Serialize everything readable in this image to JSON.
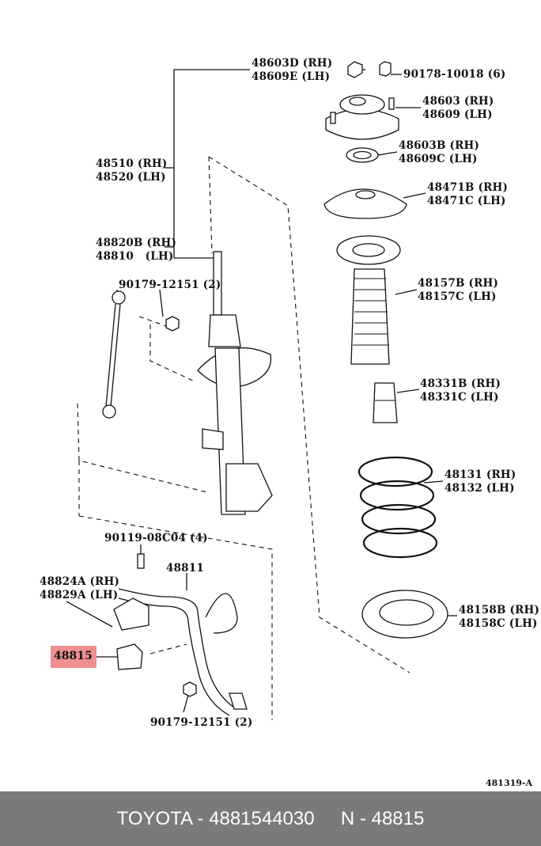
{
  "labels": {
    "l48603d": "48603D (RH)",
    "l48609e": "48609E (LH)",
    "l90178": "90178-10018 (6)",
    "l48603": "48603 (RH)",
    "l48609": "48609 (LH)",
    "l48603b": "48603B (RH)",
    "l48609c": "48609C (LH)",
    "l48510": "48510 (RH)",
    "l48520": "48520 (LH)",
    "l48471b": "48471B (RH)",
    "l48471c": "48471C (LH)",
    "l48820b": "48820B (RH)",
    "l48810": "48810   (LH)",
    "l90179a": "90179-12151 (2)",
    "l48157b": "48157B (RH)",
    "l48157c": "48157C (LH)",
    "l48331b": "48331B (RH)",
    "l48331c": "48331C (LH)",
    "l48131": "48131 (RH)",
    "l48132": "48132 (LH)",
    "l90119": "90119-08C04 (4)",
    "l48811": "48811",
    "l48824a": "48824A (RH)",
    "l48829a": "48829A (LH)",
    "l48815": "48815",
    "l48158b": "48158B (RH)",
    "l48158c": "48158C (LH)",
    "l90179b": "90179-12151 (2)"
  },
  "diagram_ref": "481319-A",
  "footer": "TOYOTA - 4881544030     N - 48815",
  "highlight_color": "#ef8f8f"
}
